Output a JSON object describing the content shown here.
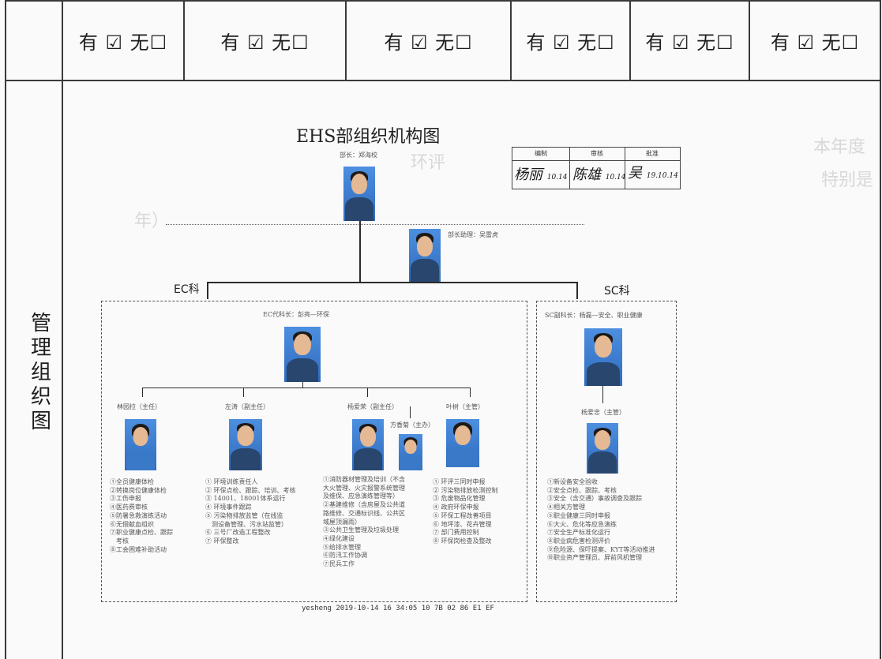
{
  "top_row": [
    "有 ☑ 无☐",
    "有 ☑ 无☐",
    "有 ☑ 无☐",
    "有 ☑ 无☐",
    "有 ☑ 无☐",
    "有 ☑ 无☐"
  ],
  "side_label": "管理组织图",
  "chart": {
    "title": "EHS部组织机构图",
    "head_caption": "部长：郑海校",
    "assistant_caption": "部长助理：吴雷虎",
    "ec_label": "EC科",
    "sc_label": "SC科",
    "ec_head_caption": "EC代科长：彭亮—环保",
    "sc_head_caption": "SC副科长：杨磊—安全、职业健康",
    "signoff": {
      "headers": [
        "编制",
        "审核",
        "批准"
      ],
      "sig1": "杨丽",
      "sig1_date": "10.14",
      "sig2": "陈雄",
      "sig2_date": "10.14",
      "sig3": "吴",
      "sig3_date": "19.10.14"
    },
    "ec_members": [
      {
        "caption": "林园拉（主任）",
        "duties": [
          "①全员健康体检",
          "②转换岗位健康体检",
          "③工伤申报",
          "④医药费审核",
          "⑤防暑急救演练活动",
          "⑥无偿献血组织",
          "⑦职业健康点检、跟踪",
          "　考核",
          "⑧工会困难补助活动"
        ]
      },
      {
        "caption": "左涛（副主任）",
        "duties": [
          "① 环境训练责任人",
          "② 环保点检、跟踪、培训、考核",
          "③ 14001、18001体系运行",
          "④ 环境事件跟踪",
          "⑤ 污染物排放监管（在线监",
          "　测设备管理、污水站监管）",
          "⑥ 三号厂改造工程整改",
          "⑦ 环保整改"
        ]
      },
      {
        "caption": "杨爱荣（副主任）",
        "sub_caption": "方香菊（主办）",
        "duties": [
          "①消防器材管理及培训（不含",
          "大火管理、火灾报警系统管理",
          "及维保、应急演练管理等）",
          "②基建维修（含房屋及公共道",
          "路维修、交通标识线、公共区",
          "域屋顶漏雨）",
          "③公共卫生管理及垃圾处理",
          "④绿化建设",
          "⑤给排水管理",
          "⑥防汛工作协调",
          "⑦民兵工作"
        ]
      },
      {
        "caption": "叶树（主管）",
        "duties": [
          "① 环评三同时申报",
          "② 污染物排放检测控制",
          "③ 危废物品化管理",
          "④ 政府环保申报",
          "⑤ 环保工程改善项目",
          "⑥ 地坪漆、花卉管理",
          "⑦ 部门费用控制",
          "⑧ 环保岗检查及整改"
        ]
      }
    ],
    "sc_member": {
      "caption": "杨爱忠（主管）",
      "duties": [
        "①新设备安全验收",
        "②安全点检、跟踪、考核",
        "③安全（含交通）事故调查及跟踪",
        "④相关方管理",
        "⑤职业健康三同时申报",
        "⑥大火、危化等应急演练",
        "⑦安全生产标准化运行",
        "⑧职业病危害检测评价",
        "⑨危险源、保吓提案、KYT等活动推进",
        "⑩职业资产管理员、屏前风机管理"
      ]
    },
    "footer": "yesheng 2019-10-14 16 34:05 10 7B 02 86 E1 EF"
  },
  "ghost_text": [
    "本年度",
    "环评",
    "特别是",
    "年）"
  ]
}
